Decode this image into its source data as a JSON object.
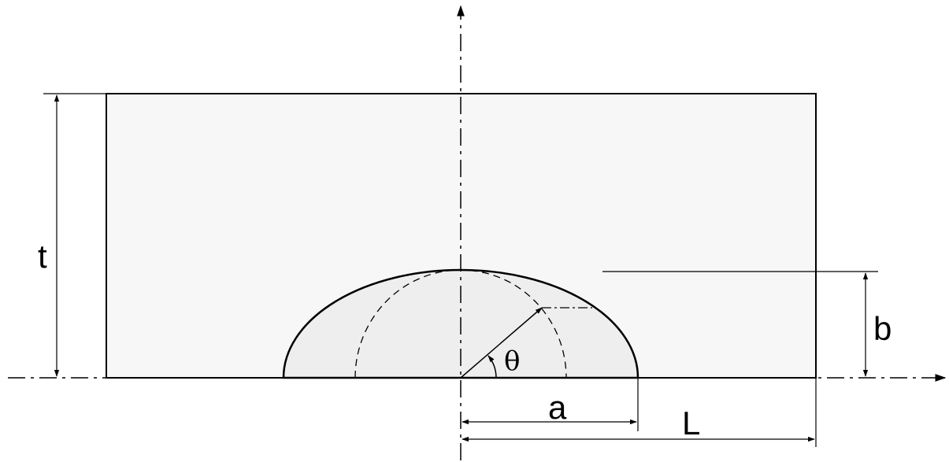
{
  "labels": {
    "t": "t",
    "b": "b",
    "a": "a",
    "L": "L",
    "theta": "θ"
  },
  "colors": {
    "plate_fill": "#f7f7f7",
    "crack_fill": "#eeeeee",
    "line": "#000000"
  }
}
